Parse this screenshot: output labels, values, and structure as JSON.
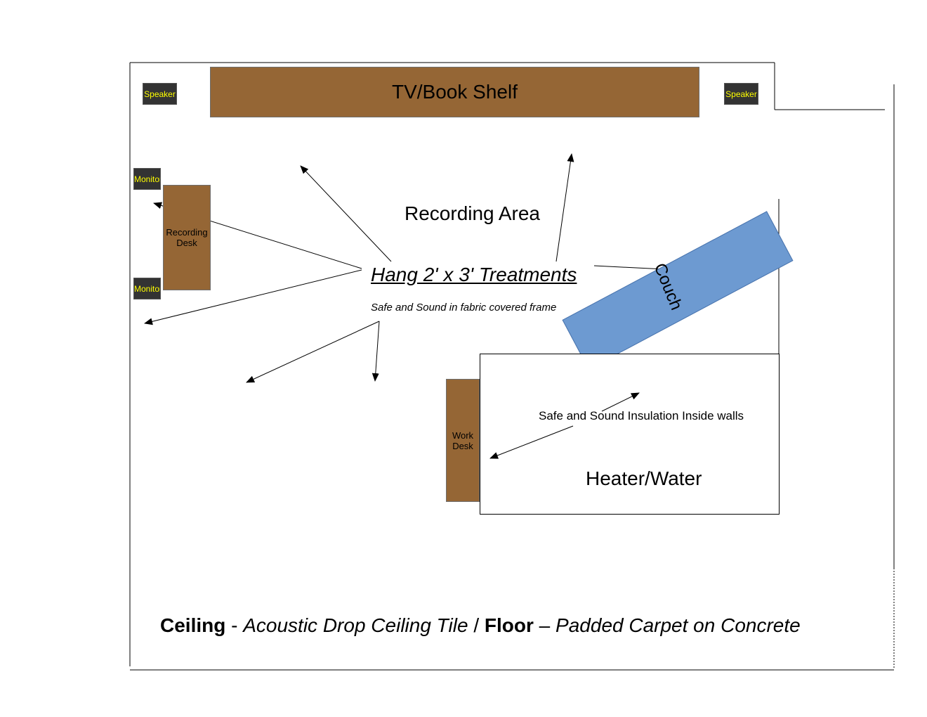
{
  "diagram": {
    "tv_shelf": "TV/Book Shelf",
    "speaker_left": "Speaker",
    "speaker_right": "Speaker",
    "monitor_top": "Monitor",
    "monitor_bottom": "Monitor",
    "recording_desk": "Recording Desk",
    "recording_area": "Recording Area",
    "treatments_title": "Hang 2' x 3' Treatments",
    "treatments_sub": "Safe and Sound in fabric covered frame",
    "couch": "Couch",
    "work_desk": "Work Desk",
    "insulation": "Safe and Sound Insulation Inside walls",
    "heater": "Heater/Water",
    "footer": {
      "ceiling_label": "Ceiling",
      "sep1": " - ",
      "ceiling_value": "Acoustic Drop Ceiling Tile",
      "sep2": " / ",
      "floor_label": "Floor",
      "sep3": " – ",
      "floor_value": "Padded Carpet on Concrete"
    }
  },
  "colors": {
    "furniture": "#956635",
    "speaker_bg": "#333333",
    "speaker_text": "#ffff00",
    "couch": "#6d9ad1"
  }
}
